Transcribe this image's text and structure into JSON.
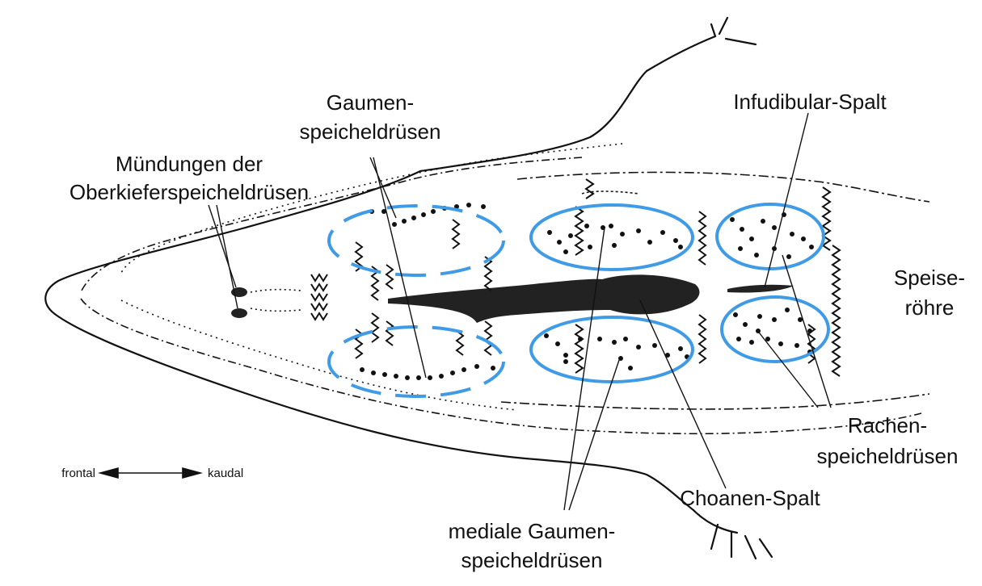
{
  "colors": {
    "ink": "#111111",
    "blue": "#3f9be6",
    "fill": "#222222"
  },
  "labels": {
    "muendungen_line1": "Mündungen der",
    "muendungen_line2": "Oberkieferspeicheldrüsen",
    "gaumen_line1": "Gaumen-",
    "gaumen_line2": "speicheldrüsen",
    "infudibular": "Infudibular-Spalt",
    "speise_line1": "Speise-",
    "speise_line2": "röhre",
    "rachen_line1": "Rachen-",
    "rachen_line2": "speicheldrüsen",
    "choanen": "Choanen-Spalt",
    "medial_line1": "mediale Gaumen-",
    "medial_line2": "speicheldrüsen"
  },
  "direction": {
    "left": "frontal",
    "right": "kaudal"
  }
}
